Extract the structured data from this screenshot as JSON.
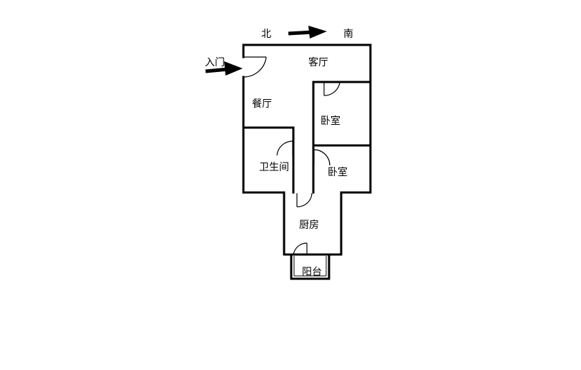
{
  "compass": {
    "north": "北",
    "south": "南"
  },
  "entrance": {
    "label": "入门"
  },
  "rooms": {
    "living": "客厅",
    "dining": "餐厅",
    "bedroom_1": "卧室",
    "bedroom_2": "卧室",
    "bathroom": "卫生间",
    "kitchen": "厨房",
    "balcony": "阳台"
  },
  "colors": {
    "wall": "#000000",
    "background": "#ffffff"
  }
}
